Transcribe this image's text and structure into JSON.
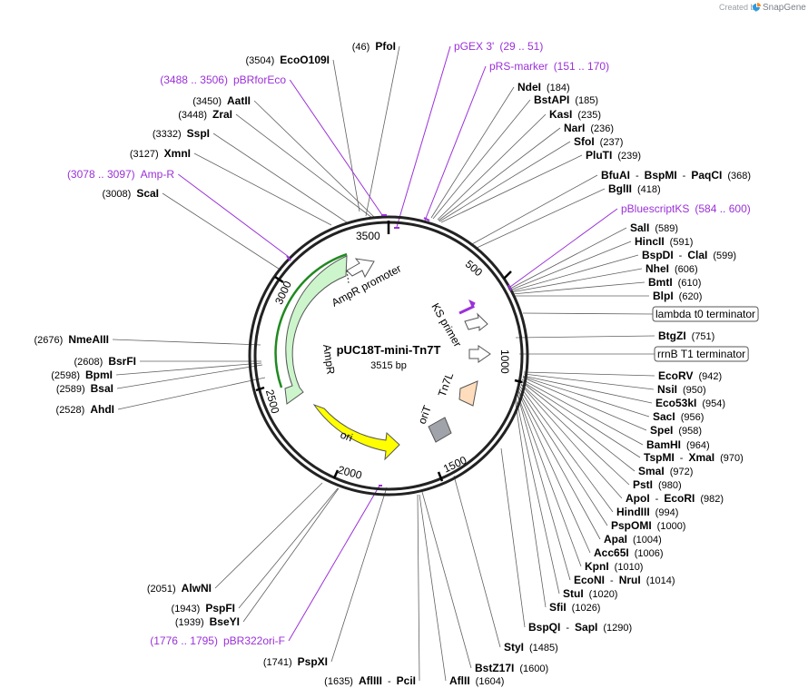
{
  "credit": {
    "prefix": "Created by",
    "brand": "SnapGene"
  },
  "colors": {
    "primer": "#9b30d9",
    "ampr": "#ccf5cc",
    "ori": "#ffff00",
    "tn7l": "#ffdcbc",
    "orit": "#a0a4aa"
  },
  "plasmid": {
    "name": "pUC18T-mini-Tn7T",
    "size_label": "3515 bp",
    "total_bp": 3515
  },
  "ticks": [
    {
      "bp": 500,
      "label": "500"
    },
    {
      "bp": 1000,
      "label": "1000"
    },
    {
      "bp": 1500,
      "label": "1500"
    },
    {
      "bp": 2000,
      "label": "2000"
    },
    {
      "bp": 2500,
      "label": "2500"
    },
    {
      "bp": 3000,
      "label": "3000"
    },
    {
      "bp": 3500,
      "label": "3500"
    }
  ],
  "features": [
    {
      "id": "ampr-promoter",
      "label": "AmpR promoter"
    },
    {
      "id": "ampr",
      "label": "AmpR"
    },
    {
      "id": "ori",
      "label": "ori"
    },
    {
      "id": "ks-primer",
      "label": "KS primer"
    },
    {
      "id": "tn7l",
      "label": "Tn7L"
    },
    {
      "id": "orit",
      "label": "oriT"
    }
  ],
  "labels": [
    {
      "parts": [
        [
          "pos",
          "(46)"
        ],
        [
          "name",
          "PfoI"
        ]
      ]
    },
    {
      "parts": [
        [
          "pos",
          "(3504)"
        ],
        [
          "name",
          "EcoO109I"
        ]
      ]
    },
    {
      "parts": [
        [
          "primer",
          "pGEX 3'"
        ],
        [
          "primer",
          "(29 .. 51)"
        ]
      ]
    },
    {
      "parts": [
        [
          "primer",
          "pRS-marker"
        ],
        [
          "primer",
          "(151 .. 170)"
        ]
      ]
    },
    {
      "parts": [
        [
          "primer",
          "(3488 .. 3506)"
        ],
        [
          "primer",
          "pBRforEco"
        ]
      ]
    },
    {
      "parts": [
        [
          "name",
          "NdeI"
        ],
        [
          "pos",
          "(184)"
        ]
      ]
    },
    {
      "parts": [
        [
          "pos",
          "(3450)"
        ],
        [
          "name",
          "AatII"
        ]
      ]
    },
    {
      "parts": [
        [
          "name",
          "BstAPI"
        ],
        [
          "pos",
          "(185)"
        ]
      ]
    },
    {
      "parts": [
        [
          "pos",
          "(3448)"
        ],
        [
          "name",
          "ZraI"
        ]
      ]
    },
    {
      "parts": [
        [
          "name",
          "KasI"
        ],
        [
          "pos",
          "(235)"
        ]
      ]
    },
    {
      "parts": [
        [
          "name",
          "NarI"
        ],
        [
          "pos",
          "(236)"
        ]
      ]
    },
    {
      "parts": [
        [
          "pos",
          "(3332)"
        ],
        [
          "name",
          "SspI"
        ]
      ]
    },
    {
      "parts": [
        [
          "name",
          "SfoI"
        ],
        [
          "pos",
          "(237)"
        ]
      ]
    },
    {
      "parts": [
        [
          "name",
          "PluTI"
        ],
        [
          "pos",
          "(239)"
        ]
      ]
    },
    {
      "parts": [
        [
          "pos",
          "(3127)"
        ],
        [
          "name",
          "XmnI"
        ]
      ]
    },
    {
      "parts": [
        [
          "primer",
          "(3078 .. 3097)"
        ],
        [
          "primer",
          "Amp-R"
        ]
      ]
    },
    {
      "parts": [
        [
          "name",
          "BfuAI"
        ],
        [
          "pos",
          "-"
        ],
        [
          "name",
          "BspMI"
        ],
        [
          "pos",
          "-"
        ],
        [
          "name",
          "PaqCI"
        ],
        [
          "pos",
          "(368)"
        ]
      ]
    },
    {
      "parts": [
        [
          "name",
          "BglII"
        ],
        [
          "pos",
          "(418)"
        ]
      ]
    },
    {
      "parts": [
        [
          "pos",
          "(3008)"
        ],
        [
          "name",
          "ScaI"
        ]
      ]
    },
    {
      "parts": [
        [
          "primer",
          "pBluescriptKS"
        ],
        [
          "primer",
          "(584 .. 600)"
        ]
      ]
    },
    {
      "parts": [
        [
          "name",
          "SalI"
        ],
        [
          "pos",
          "(589)"
        ]
      ]
    },
    {
      "parts": [
        [
          "name",
          "HincII"
        ],
        [
          "pos",
          "(591)"
        ]
      ]
    },
    {
      "parts": [
        [
          "name",
          "BspDI"
        ],
        [
          "pos",
          "-"
        ],
        [
          "name",
          "ClaI"
        ],
        [
          "pos",
          "(599)"
        ]
      ]
    },
    {
      "parts": [
        [
          "name",
          "NheI"
        ],
        [
          "pos",
          "(606)"
        ]
      ]
    },
    {
      "parts": [
        [
          "name",
          "BmtI"
        ],
        [
          "pos",
          "(610)"
        ]
      ]
    },
    {
      "parts": [
        [
          "name",
          "BlpI"
        ],
        [
          "pos",
          "(620)"
        ]
      ]
    },
    {
      "parts": [
        [
          "term",
          "lambda t0 terminator"
        ]
      ]
    },
    {
      "parts": [
        [
          "name",
          "BtgZI"
        ],
        [
          "pos",
          "(751)"
        ]
      ]
    },
    {
      "parts": [
        [
          "pos",
          "(2676)"
        ],
        [
          "name",
          "NmeAIII"
        ]
      ]
    },
    {
      "parts": [
        [
          "term",
          "rrnB T1 terminator"
        ]
      ]
    },
    {
      "parts": [
        [
          "pos",
          "(2608)"
        ],
        [
          "name",
          "BsrFI"
        ]
      ]
    },
    {
      "parts": [
        [
          "pos",
          "(2598)"
        ],
        [
          "name",
          "BpmI"
        ]
      ]
    },
    {
      "parts": [
        [
          "name",
          "EcoRV"
        ],
        [
          "pos",
          "(942)"
        ]
      ]
    },
    {
      "parts": [
        [
          "pos",
          "(2589)"
        ],
        [
          "name",
          "BsaI"
        ]
      ]
    },
    {
      "parts": [
        [
          "name",
          "NsiI"
        ],
        [
          "pos",
          "(950)"
        ]
      ]
    },
    {
      "parts": [
        [
          "name",
          "Eco53kI"
        ],
        [
          "pos",
          "(954)"
        ]
      ]
    },
    {
      "parts": [
        [
          "pos",
          "(2528)"
        ],
        [
          "name",
          "AhdI"
        ]
      ]
    },
    {
      "parts": [
        [
          "name",
          "SacI"
        ],
        [
          "pos",
          "(956)"
        ]
      ]
    },
    {
      "parts": [
        [
          "name",
          "SpeI"
        ],
        [
          "pos",
          "(958)"
        ]
      ]
    },
    {
      "parts": [
        [
          "name",
          "BamHI"
        ],
        [
          "pos",
          "(964)"
        ]
      ]
    },
    {
      "parts": [
        [
          "name",
          "TspMI"
        ],
        [
          "pos",
          "-"
        ],
        [
          "name",
          "XmaI"
        ],
        [
          "pos",
          "(970)"
        ]
      ]
    },
    {
      "parts": [
        [
          "name",
          "SmaI"
        ],
        [
          "pos",
          "(972)"
        ]
      ]
    },
    {
      "parts": [
        [
          "name",
          "PstI"
        ],
        [
          "pos",
          "(980)"
        ]
      ]
    },
    {
      "parts": [
        [
          "name",
          "ApoI"
        ],
        [
          "pos",
          "-"
        ],
        [
          "name",
          "EcoRI"
        ],
        [
          "pos",
          "(982)"
        ]
      ]
    },
    {
      "parts": [
        [
          "name",
          "HindIII"
        ],
        [
          "pos",
          "(994)"
        ]
      ]
    },
    {
      "parts": [
        [
          "name",
          "PspOMI"
        ],
        [
          "pos",
          "(1000)"
        ]
      ]
    },
    {
      "parts": [
        [
          "name",
          "ApaI"
        ],
        [
          "pos",
          "(1004)"
        ]
      ]
    },
    {
      "parts": [
        [
          "name",
          "Acc65I"
        ],
        [
          "pos",
          "(1006)"
        ]
      ]
    },
    {
      "parts": [
        [
          "name",
          "KpnI"
        ],
        [
          "pos",
          "(1010)"
        ]
      ]
    },
    {
      "parts": [
        [
          "name",
          "EcoNI"
        ],
        [
          "pos",
          "-"
        ],
        [
          "name",
          "NruI"
        ],
        [
          "pos",
          "(1014)"
        ]
      ]
    },
    {
      "parts": [
        [
          "pos",
          "(2051)"
        ],
        [
          "name",
          "AlwNI"
        ]
      ]
    },
    {
      "parts": [
        [
          "name",
          "StuI"
        ],
        [
          "pos",
          "(1020)"
        ]
      ]
    },
    {
      "parts": [
        [
          "pos",
          "(1943)"
        ],
        [
          "name",
          "PspFI"
        ]
      ]
    },
    {
      "parts": [
        [
          "name",
          "SfiI"
        ],
        [
          "pos",
          "(1026)"
        ]
      ]
    },
    {
      "parts": [
        [
          "pos",
          "(1939)"
        ],
        [
          "name",
          "BseYI"
        ]
      ]
    },
    {
      "parts": [
        [
          "name",
          "BspQI"
        ],
        [
          "pos",
          "-"
        ],
        [
          "name",
          "SapI"
        ],
        [
          "pos",
          "(1290)"
        ]
      ]
    },
    {
      "parts": [
        [
          "primer",
          "(1776 .. 1795)"
        ],
        [
          "primer",
          "pBR322ori-F"
        ]
      ]
    },
    {
      "parts": [
        [
          "name",
          "StyI"
        ],
        [
          "pos",
          "(1485)"
        ]
      ]
    },
    {
      "parts": [
        [
          "pos",
          "(1741)"
        ],
        [
          "name",
          "PspXI"
        ]
      ]
    },
    {
      "parts": [
        [
          "name",
          "BstZ17I"
        ],
        [
          "pos",
          "(1600)"
        ]
      ]
    },
    {
      "parts": [
        [
          "pos",
          "(1635)"
        ],
        [
          "name",
          "AflIII"
        ],
        [
          "pos",
          "-"
        ],
        [
          "name",
          "PciI"
        ]
      ]
    },
    {
      "parts": [
        [
          "name",
          "AflII"
        ],
        [
          "pos",
          "(1604)"
        ]
      ]
    }
  ]
}
